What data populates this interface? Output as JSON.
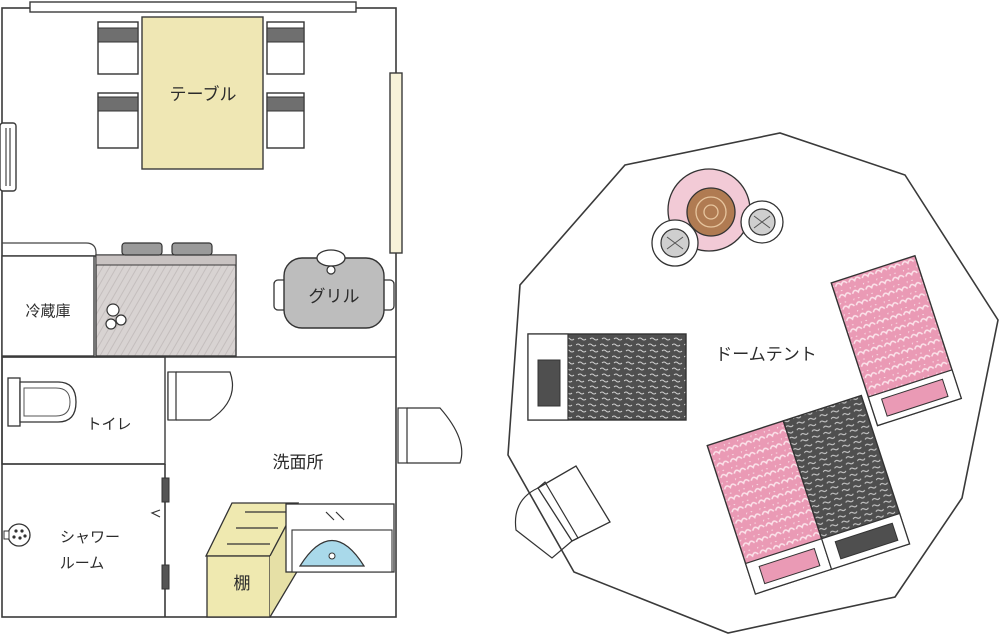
{
  "labels": {
    "table": "テーブル",
    "grill": "グリル",
    "fridge": "冷蔵庫",
    "toilet": "トイレ",
    "washroom": "洗面所",
    "shower_line1": "シャワー",
    "shower_line2": "ルーム",
    "shelf": "棚",
    "dome_tent": "ドームテント"
  },
  "colors": {
    "table_fill": "#efe7b4",
    "shelf_fill": "#efe9b0",
    "counter_fill": "#d6d0cf",
    "grill_fill": "#bdbdbd",
    "mattress_pink": "#ea9ab5",
    "mattress_dark": "#5a5a5a",
    "stool_pink": "#f2cad6",
    "stool_wood": "#b07b52",
    "basin_blue": "#a9d9ea"
  }
}
